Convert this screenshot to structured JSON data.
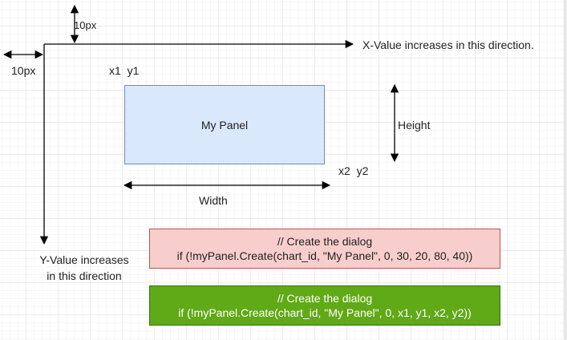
{
  "labels": {
    "top_margin": "10px",
    "left_margin": "10px",
    "x_direction": "X-Value increases in this direction.",
    "y_direction_line1": "Y-Value increases",
    "y_direction_line2": "in this direction",
    "x1y1": "x1  y1",
    "x2y2": "x2  y2",
    "width": "Width",
    "height": "Height"
  },
  "panel": {
    "label": "My Panel"
  },
  "code_red": {
    "line1": "// Create the dialog",
    "line2": "if (!myPanel.Create(chart_id, \"My Panel\", 0, 30, 20, 80, 40))"
  },
  "code_green": {
    "line1": "// Create the dialog",
    "line2": "if (!myPanel.Create(chart_id, \"My Panel\", 0, x1, y1, x2, y2))"
  },
  "colors": {
    "panel_fill": "#dae8fc",
    "panel_border": "#6c8ebf",
    "red_fill": "#f8cecc",
    "red_border": "#b85450",
    "green_fill": "#60a917",
    "green_border": "#2d7600"
  }
}
